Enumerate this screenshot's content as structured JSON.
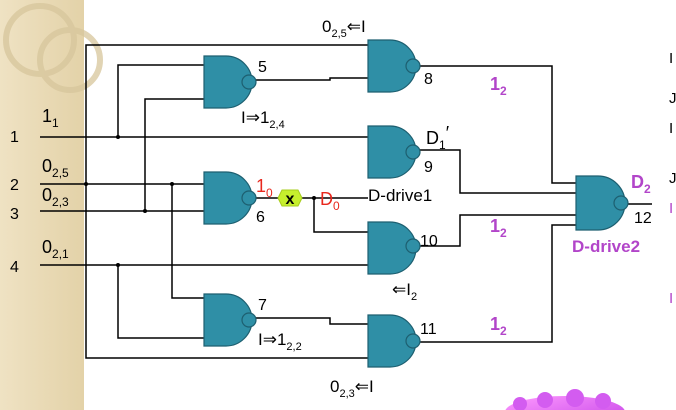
{
  "inputs": [
    {
      "num": "1",
      "base": "1",
      "sub": "1"
    },
    {
      "num": "2",
      "base": "0",
      "sub": "2,5"
    },
    {
      "num": "3",
      "base": "0",
      "sub": "2,3"
    },
    {
      "num": "4",
      "base": "0",
      "sub": "2,1"
    }
  ],
  "gates": {
    "g5": "5",
    "g6": "6",
    "g7": "7",
    "g8": "8",
    "g9": "9",
    "g10": "10",
    "g11": "11",
    "g12": "12"
  },
  "ann": {
    "top": {
      "base": "0",
      "sub": "2,5",
      "rest": "⇐I"
    },
    "g5": {
      "base": "I⇒1",
      "sub": "2,4"
    },
    "g10": {
      "base": "⇐I",
      "sub": "2"
    },
    "g7": {
      "base": "I⇒1",
      "sub": "2,2"
    },
    "bottom": {
      "base": "0",
      "sub": "2,3",
      "rest": "⇐I"
    }
  },
  "signals": {
    "fault": {
      "base": "1",
      "sub": "0"
    },
    "d0": {
      "base": "D",
      "sub": "0"
    },
    "d1": {
      "base": "D",
      "sub": "1",
      "prime": "′"
    },
    "ddrive1": "D-drive1",
    "s_top": {
      "base": "1",
      "sub": "2"
    },
    "s_mid": {
      "base": "1",
      "sub": "2"
    },
    "s_bot": {
      "base": "1",
      "sub": "2"
    },
    "d2": {
      "base": "D",
      "sub": "2"
    },
    "ddrive2": "D-drive2"
  },
  "labels": {
    "fault_x": "x"
  },
  "clipped": {
    "r1": "I",
    "r2": "J",
    "r3": "I",
    "r4": "J",
    "r5": "I",
    "r6": "I"
  },
  "colors": {
    "gate_fill": "#2f8fa6",
    "fault_text": "#e8281e",
    "highlight_text": "#b245c9",
    "fault_marker": "#c6ef2d"
  }
}
